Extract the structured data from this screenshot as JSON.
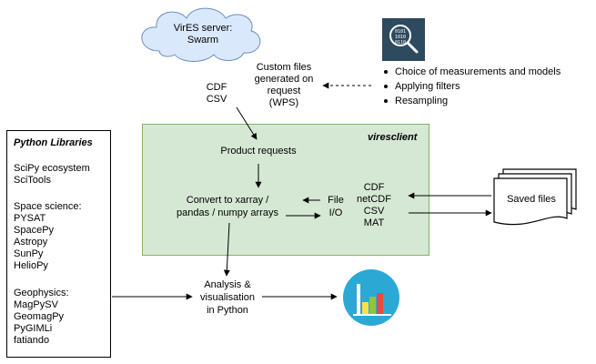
{
  "server": {
    "line1": "VirES server:",
    "line2": "Swarm"
  },
  "formats_top": {
    "line1": "CDF",
    "line2": "CSV"
  },
  "custom_files": {
    "line1": "Custom files",
    "line2": "generated on",
    "line3": "request",
    "line4": "(WPS)"
  },
  "options": [
    "Choice of measurements and models",
    "Applying filters",
    "Resampling"
  ],
  "python_libraries": {
    "title": "Python Libraries",
    "groups": [
      [
        "SciPy ecosystem",
        "SciTools"
      ],
      [
        "Space science:",
        "PYSAT",
        "SpacePy",
        "Astropy",
        "SunPy",
        "HelioPy"
      ],
      [
        "Geophysics:",
        "MagPySV",
        "GeomagPy",
        "PyGIMLi",
        "fatiando"
      ]
    ]
  },
  "viresclient": {
    "label": "viresclient",
    "product_requests": "Product requests",
    "convert": {
      "line1": "Convert to xarray /",
      "line2": "pandas / numpy arrays"
    },
    "file_io": {
      "line1": "File",
      "line2": "I/O"
    },
    "formats": [
      "CDF",
      "netCDF",
      "CSV",
      "MAT"
    ]
  },
  "saved_files": "Saved files",
  "analysis": {
    "line1": "Analysis &",
    "line2": "visualisation",
    "line3": "in Python"
  },
  "icons": {
    "data_search": "binary-magnifier-icon",
    "chart": "bar-chart-icon"
  }
}
